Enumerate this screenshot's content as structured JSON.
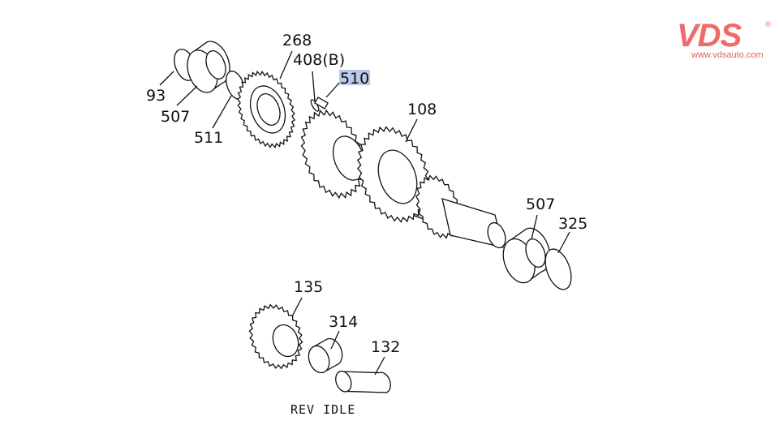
{
  "logo": {
    "brand": "VDS",
    "registered": "®",
    "url": "www.vdsauto.com",
    "color": "#f06a6a"
  },
  "diagram": {
    "caption": "REV IDLE",
    "highlight_color": "#b9c9e6",
    "labels": [
      {
        "id": "268",
        "text": "268"
      },
      {
        "id": "408b",
        "text": "408(B)"
      },
      {
        "id": "510",
        "text": "510",
        "highlighted": true
      },
      {
        "id": "93",
        "text": "93"
      },
      {
        "id": "507a",
        "text": "507"
      },
      {
        "id": "511",
        "text": "511"
      },
      {
        "id": "108",
        "text": "108"
      },
      {
        "id": "507b",
        "text": "507"
      },
      {
        "id": "325",
        "text": "325"
      },
      {
        "id": "135",
        "text": "135"
      },
      {
        "id": "314",
        "text": "314"
      },
      {
        "id": "132",
        "text": "132"
      }
    ]
  }
}
